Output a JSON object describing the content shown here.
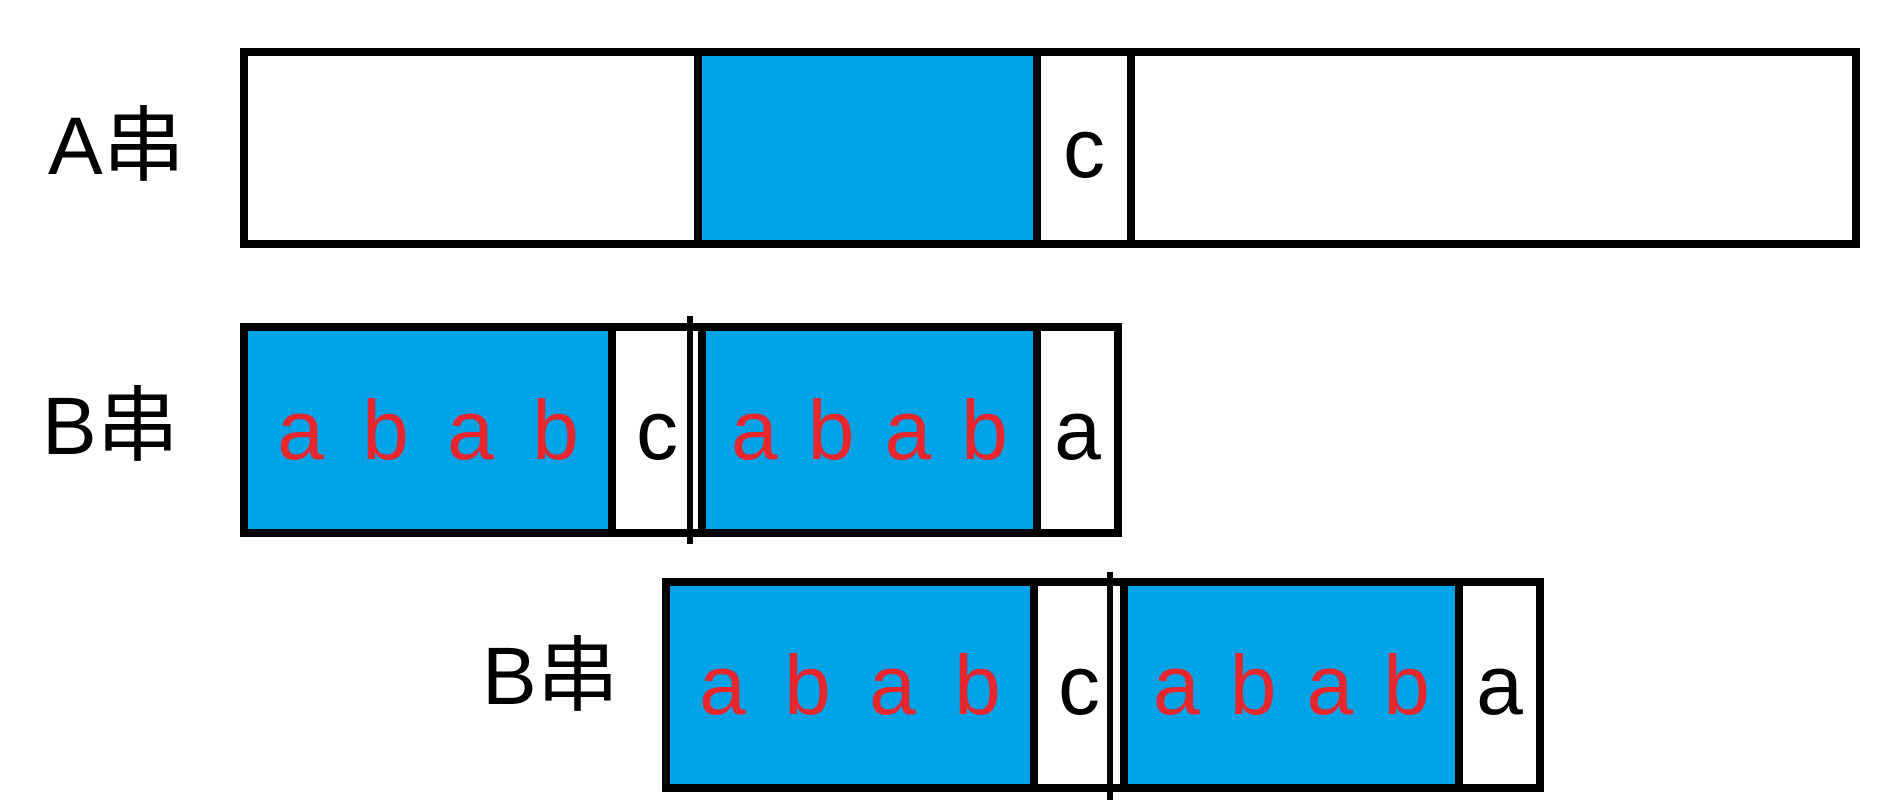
{
  "colors": {
    "highlight": "#00a2e8",
    "char_red": "#e8262e",
    "border": "#000000"
  },
  "row_a": {
    "label": "A串",
    "mismatch_char": "c"
  },
  "row_b1": {
    "label": "B串",
    "prefix_chars": [
      "a",
      "b",
      "a",
      "b"
    ],
    "sep_char": "c",
    "suffix_chars": [
      "a",
      "b",
      "a",
      "b"
    ],
    "end_char": "a"
  },
  "row_b2": {
    "label": "B串",
    "prefix_chars": [
      "a",
      "b",
      "a",
      "b"
    ],
    "sep_char": "c",
    "suffix_chars": [
      "a",
      "b",
      "a",
      "b"
    ],
    "end_char": "a"
  }
}
